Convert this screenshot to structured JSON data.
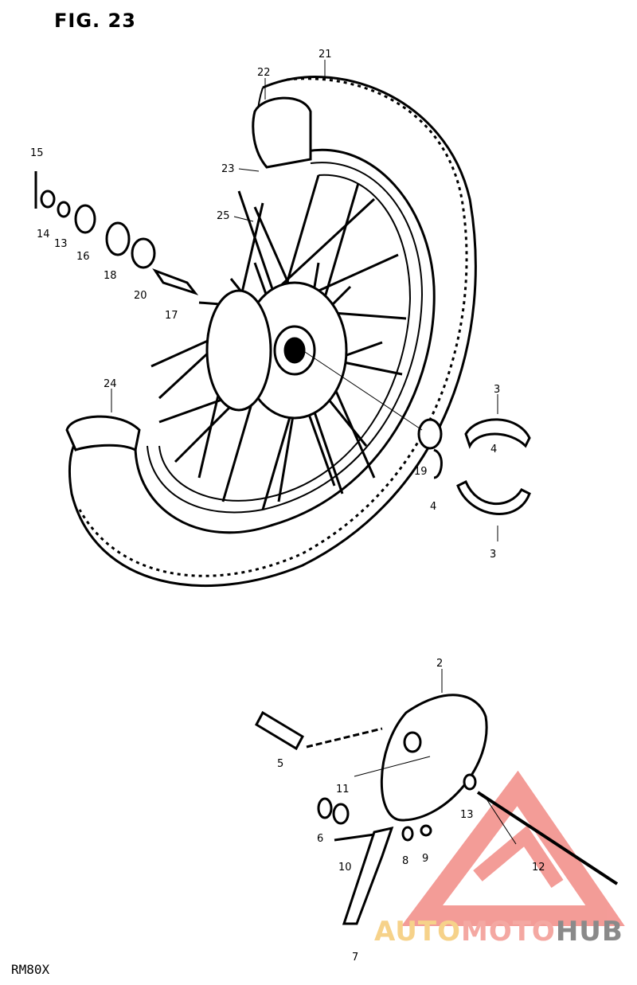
{
  "figure_title": "FIG. 23",
  "model": "RM80X",
  "watermark": {
    "part1": "AUTO",
    "part2": "MOTO",
    "part3": "HUB",
    "colors": [
      "#f6d28a",
      "#f4a8a2",
      "#8a8a8a"
    ],
    "logo_color": "#f28b86"
  },
  "labels": [
    "21",
    "22",
    "23",
    "25",
    "15",
    "14",
    "13",
    "16",
    "18",
    "20",
    "17",
    "24",
    "3",
    "4",
    "19",
    "4",
    "3",
    "2",
    "5",
    "11",
    "6",
    "13",
    "10",
    "8",
    "9",
    "12",
    "7"
  ]
}
